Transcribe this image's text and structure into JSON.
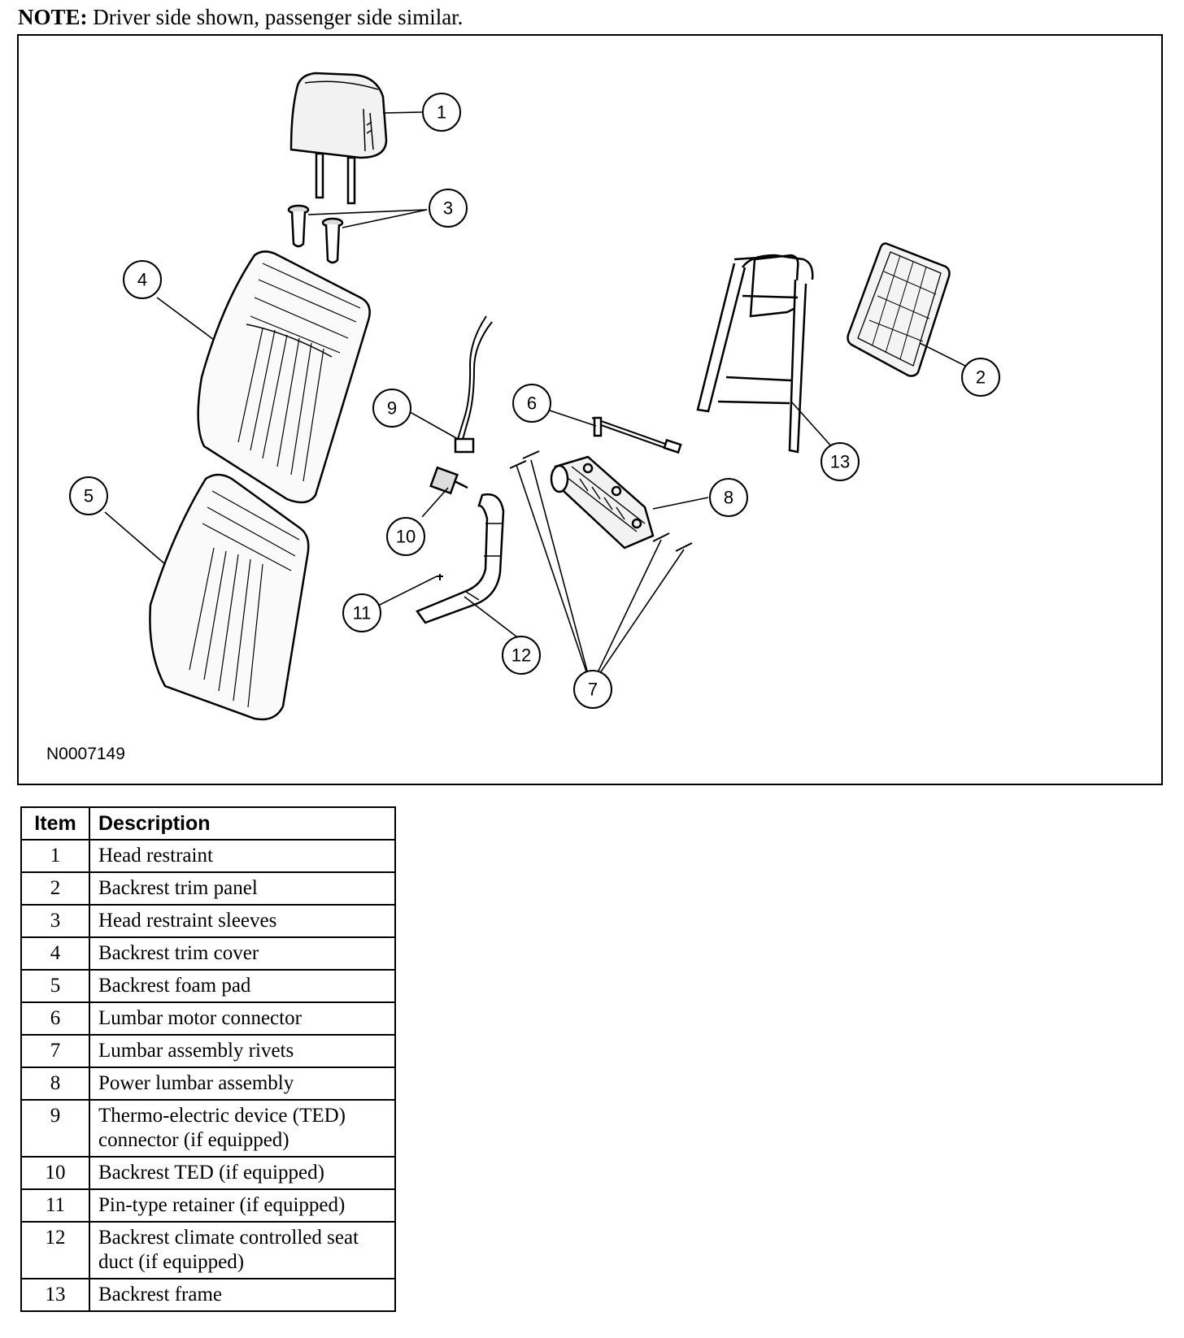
{
  "note": {
    "label": "NOTE:",
    "text": " Driver side shown, passenger side similar."
  },
  "figure": {
    "id": "N0007149",
    "callouts": [
      "1",
      "2",
      "3",
      "4",
      "5",
      "6",
      "7",
      "8",
      "9",
      "10",
      "11",
      "12",
      "13"
    ]
  },
  "table": {
    "headers": {
      "item": "Item",
      "description": "Description"
    },
    "rows": [
      {
        "item": "1",
        "description": "Head restraint"
      },
      {
        "item": "2",
        "description": "Backrest trim panel"
      },
      {
        "item": "3",
        "description": "Head restraint sleeves"
      },
      {
        "item": "4",
        "description": "Backrest trim cover"
      },
      {
        "item": "5",
        "description": "Backrest foam pad"
      },
      {
        "item": "6",
        "description": "Lumbar motor connector"
      },
      {
        "item": "7",
        "description": "Lumbar assembly rivets"
      },
      {
        "item": "8",
        "description": "Power lumbar assembly"
      },
      {
        "item": "9",
        "description": "Thermo-electric device (TED) connector (if equipped)"
      },
      {
        "item": "10",
        "description": "Backrest TED (if equipped)"
      },
      {
        "item": "11",
        "description": "Pin-type retainer (if equipped)"
      },
      {
        "item": "12",
        "description": "Backrest climate controlled seat duct (if equipped)"
      },
      {
        "item": "13",
        "description": "Backrest frame"
      }
    ]
  }
}
